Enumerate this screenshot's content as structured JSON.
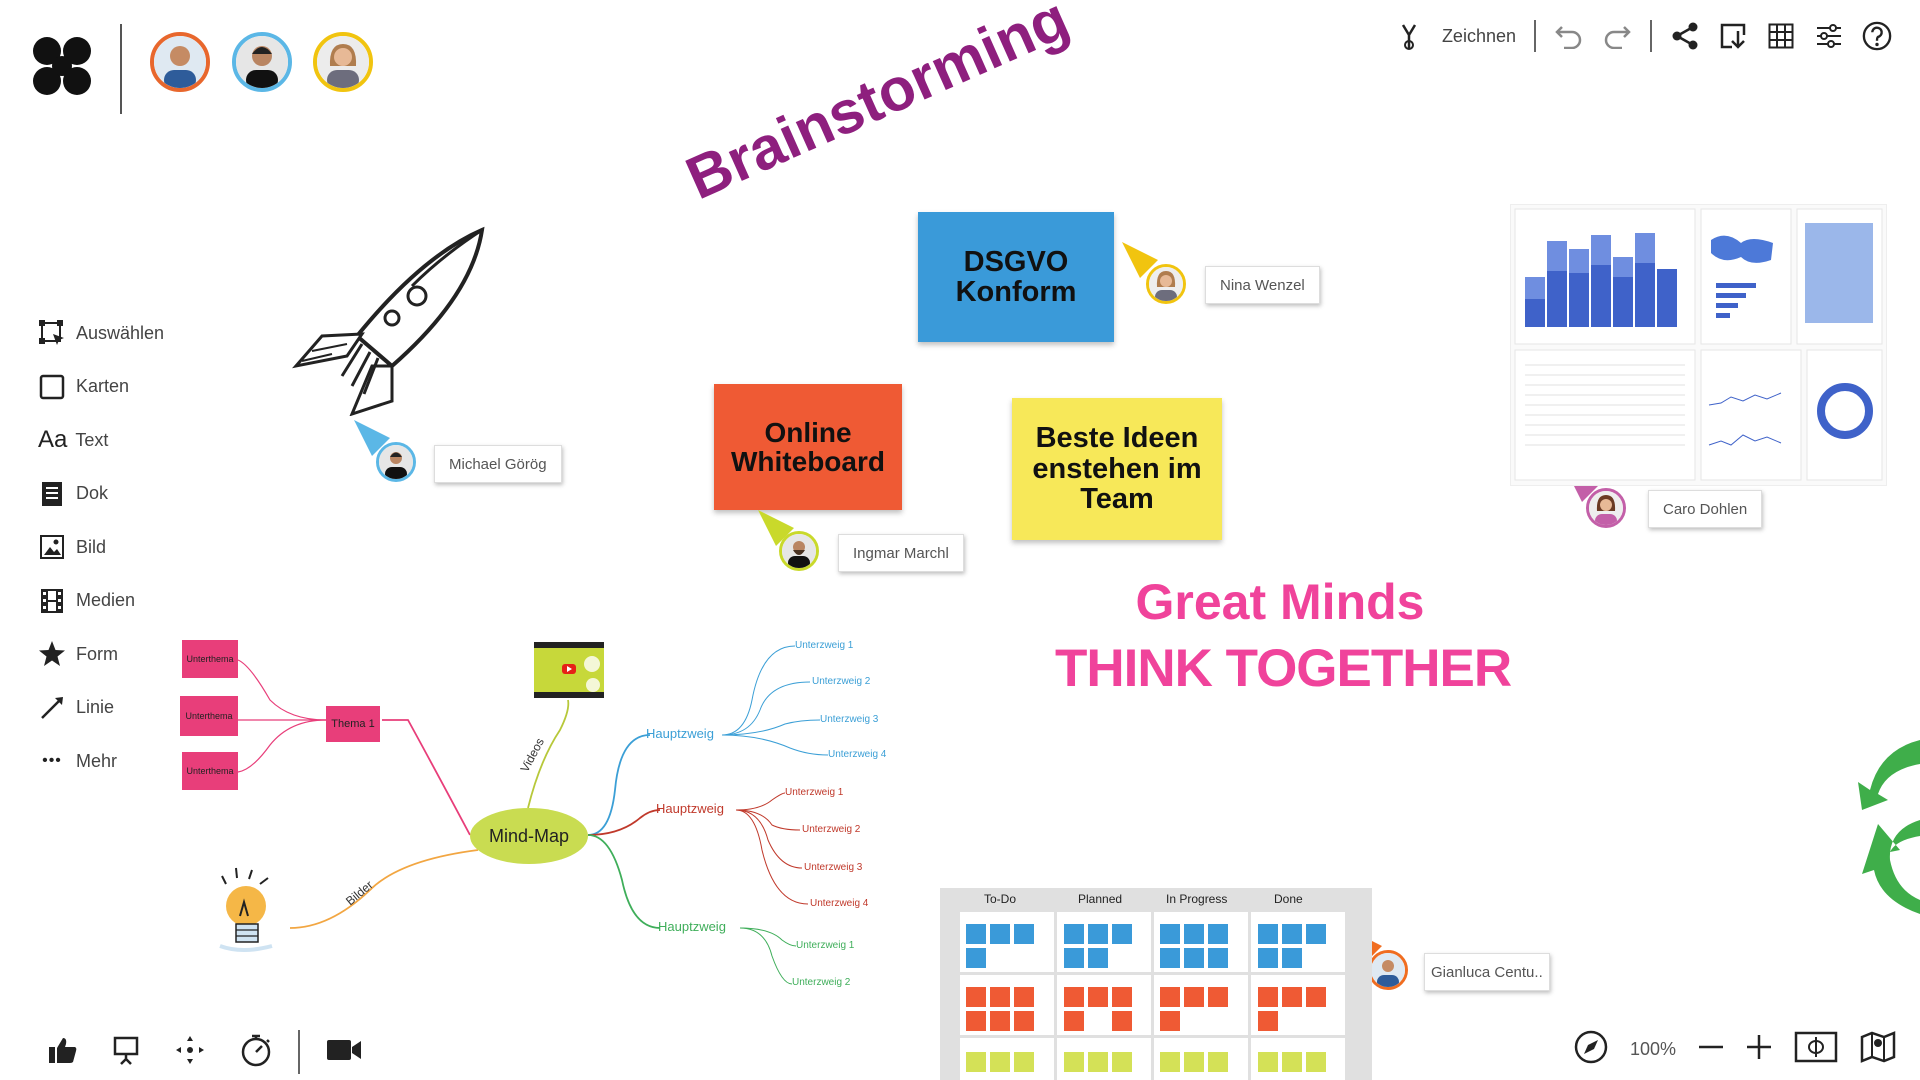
{
  "header": {
    "draw_label": "Zeichnen",
    "avatars": [
      {
        "name": "avatar-1",
        "ring": "#e8672d"
      },
      {
        "name": "avatar-2",
        "ring": "#5bb7e6"
      },
      {
        "name": "avatar-3",
        "ring": "#f1c40f"
      }
    ],
    "icons": [
      "pointer-icon",
      "undo-icon",
      "redo-icon",
      "share-icon",
      "export-icon",
      "grid-icon",
      "settings-sliders-icon",
      "help-icon"
    ]
  },
  "tools": [
    {
      "label": "Auswählen",
      "icon": "select-icon"
    },
    {
      "label": "Karten",
      "icon": "card-icon"
    },
    {
      "label": "Text",
      "icon": "text-icon"
    },
    {
      "label": "Dok",
      "icon": "document-icon"
    },
    {
      "label": "Bild",
      "icon": "image-icon"
    },
    {
      "label": "Medien",
      "icon": "film-icon"
    },
    {
      "label": "Form",
      "icon": "star-icon"
    },
    {
      "label": "Linie",
      "icon": "line-icon"
    },
    {
      "label": "Mehr",
      "icon": "more-icon"
    }
  ],
  "text_tool_glyph": "Aa",
  "more_tool_glyph": "•••",
  "canvas": {
    "brainstorming": "Brainstorming",
    "great_minds": "Great Minds",
    "think_together": "THINK TOGETHER",
    "notes": {
      "dsgvo": "DSGVO Konform",
      "online": "Online Whiteboard",
      "beste": "Beste Ideen enstehen im Team"
    },
    "users": {
      "nina": "Nina Wenzel",
      "michael": "Michael Görög",
      "ingmar": "Ingmar Marchl",
      "caro": "Caro Dohlen",
      "gianluca": "Gianluca Centu.."
    }
  },
  "mindmap": {
    "center": "Mind-Map",
    "thema": "Thema 1",
    "unterthema": [
      "Unterthema",
      "Unterthema",
      "Unterthema"
    ],
    "videos": "Videos",
    "bilder": "Bilder",
    "branches": [
      {
        "label": "Hauptzweig",
        "color": "#3b9fd6",
        "subs": [
          "Unterzweig 1",
          "Unterzweig 2",
          "Unterzweig 3",
          "Unterzweig 4"
        ]
      },
      {
        "label": "Hauptzweig",
        "color": "#c0392b",
        "subs": [
          "Unterzweig 1",
          "Unterzweig 2",
          "Unterzweig 3",
          "Unterzweig 4"
        ]
      },
      {
        "label": "Hauptzweig",
        "color": "#3fae5a",
        "subs": [
          "Unterzweig 1",
          "Unterzweig 2"
        ]
      }
    ]
  },
  "kanban": {
    "columns": [
      "To-Do",
      "Planned",
      "In Progress",
      "Done"
    ]
  },
  "footer": {
    "zoom": "100%",
    "left_icons": [
      "like-icon",
      "presentation-icon",
      "focus-icon",
      "timer-icon",
      "video-camera-icon"
    ],
    "right_icons": [
      "compass-icon",
      "zoom-out-icon",
      "zoom-in-icon",
      "fit-screen-icon",
      "map-icon"
    ]
  },
  "colors": {
    "brainstorming": "#8e1f7e",
    "great_minds": "#f0439b",
    "dsgvo_note": "#3a9ad9",
    "online_note": "#ef5a34",
    "beste_note": "#f7e859",
    "kanban_blue": "#3a9ad9",
    "kanban_red": "#ef5a34",
    "kanban_yellow": "#d4e157"
  }
}
